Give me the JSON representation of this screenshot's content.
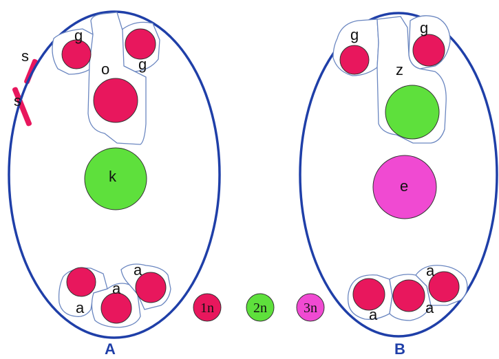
{
  "colors": {
    "outline": "#1f3fa8",
    "haploid": "#e8175d",
    "diploid": "#5ee03c",
    "triploid": "#f04ad2",
    "cell_border": "#6a86c0"
  },
  "panel_a": {
    "title": "A",
    "labels": {
      "g_left": "g",
      "g_right": "g",
      "o": "o",
      "k": "k",
      "s_top": "s",
      "s_bottom": "s",
      "a_top_right": "a",
      "a_middle": "a",
      "a_bottom_left": "a"
    }
  },
  "panel_b": {
    "title": "B",
    "labels": {
      "g_left": "g",
      "g_right": "g",
      "z": "z",
      "e": "e",
      "a_top": "a",
      "a_bottom_left": "a",
      "a_bottom_right": "a"
    }
  },
  "legend": {
    "haploid": "1n",
    "diploid": "2n",
    "triploid": "3n"
  }
}
